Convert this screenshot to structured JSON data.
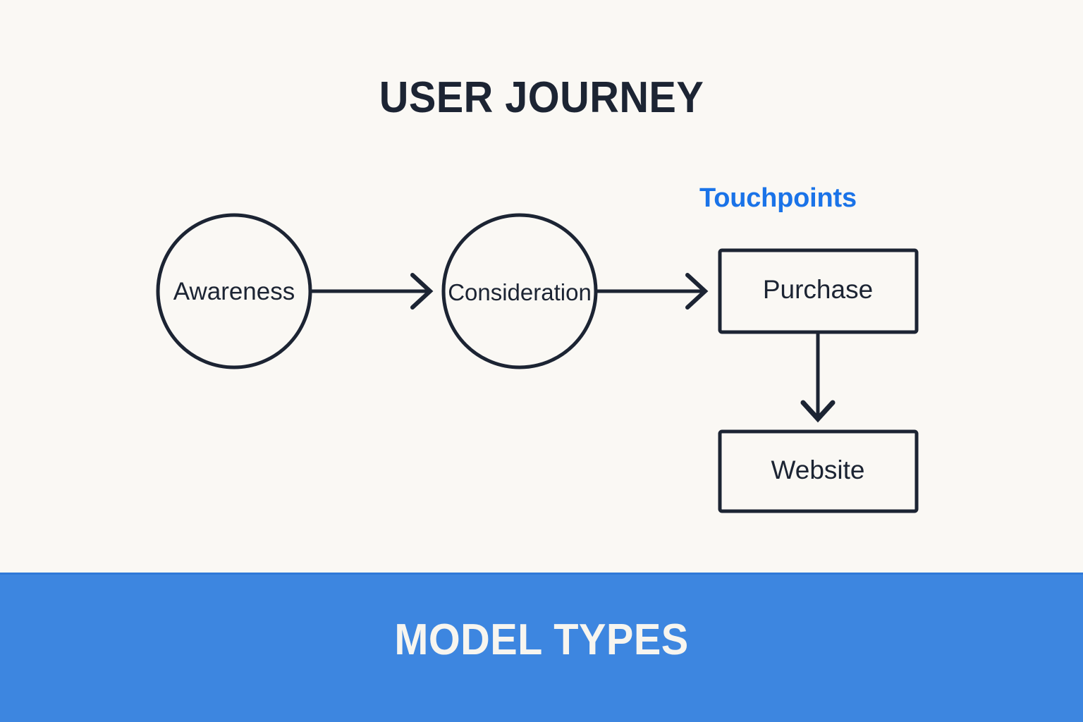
{
  "header": {
    "title": "USER JOURNEY"
  },
  "diagram": {
    "group_label": "Touchpoints",
    "accent_color": "#1a73e8",
    "stroke_color": "#1c2433",
    "background_color": "#faf8f4",
    "nodes": [
      {
        "id": "awareness",
        "label": "Awareness",
        "shape": "circle"
      },
      {
        "id": "consideration",
        "label": "Consideration",
        "shape": "circle"
      },
      {
        "id": "purchase",
        "label": "Purchase",
        "shape": "rectangle"
      },
      {
        "id": "website",
        "label": "Website",
        "shape": "rectangle"
      }
    ],
    "edges": [
      {
        "from": "awareness",
        "to": "consideration",
        "direction": "right"
      },
      {
        "from": "consideration",
        "to": "purchase",
        "direction": "right"
      },
      {
        "from": "purchase",
        "to": "website",
        "direction": "down"
      }
    ]
  },
  "banner": {
    "title": "MODEL TYPES",
    "background_color": "#3d86e0",
    "text_color": "#f7f5ef"
  }
}
